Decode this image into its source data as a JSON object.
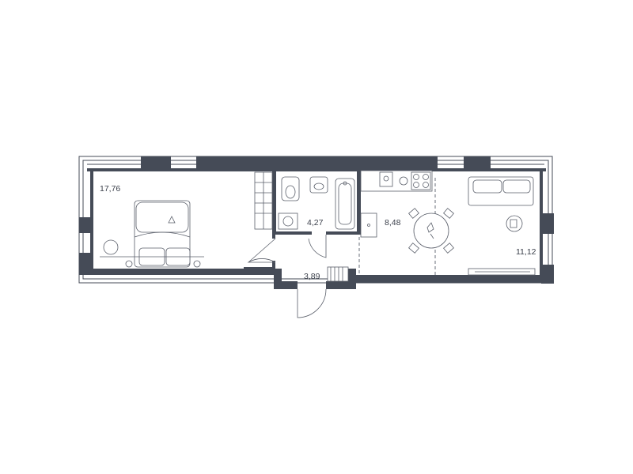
{
  "rooms": {
    "bedroom": {
      "area": "17,76"
    },
    "bathroom": {
      "area": "4,27"
    },
    "hallway": {
      "area": "3,89"
    },
    "kitchen": {
      "area": "8,48"
    },
    "living": {
      "area": "11,12"
    }
  },
  "colors": {
    "wall": "#454b57",
    "line": "#5a5f6a",
    "background": "#ffffff"
  }
}
